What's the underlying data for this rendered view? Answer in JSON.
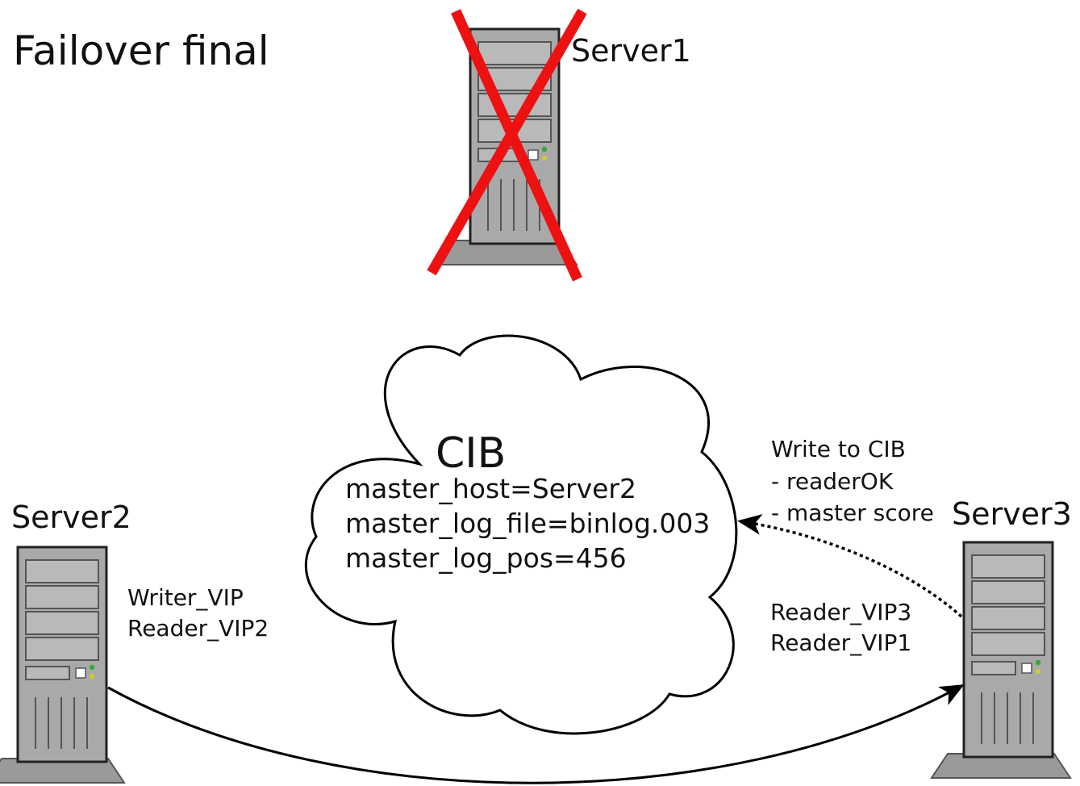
{
  "title": "Failover final",
  "servers": {
    "server1": {
      "name": "Server1",
      "failed": true
    },
    "server2": {
      "name": "Server2",
      "resources": [
        "Writer_VIP",
        "Reader_VIP2"
      ]
    },
    "server3": {
      "name": "Server3",
      "resources": [
        "Reader_VIP3",
        "Reader_VIP1"
      ]
    }
  },
  "cib": {
    "title": "CIB",
    "entries": [
      "master_host=Server2",
      "master_log_file=binlog.003",
      "master_log_pos=456"
    ]
  },
  "write_note": [
    "Write to CIB",
    "- readerOK",
    "- master score"
  ],
  "colors": {
    "failure_cross": "#ee1111",
    "server_body": "#a9a9a9",
    "line": "#000000"
  }
}
